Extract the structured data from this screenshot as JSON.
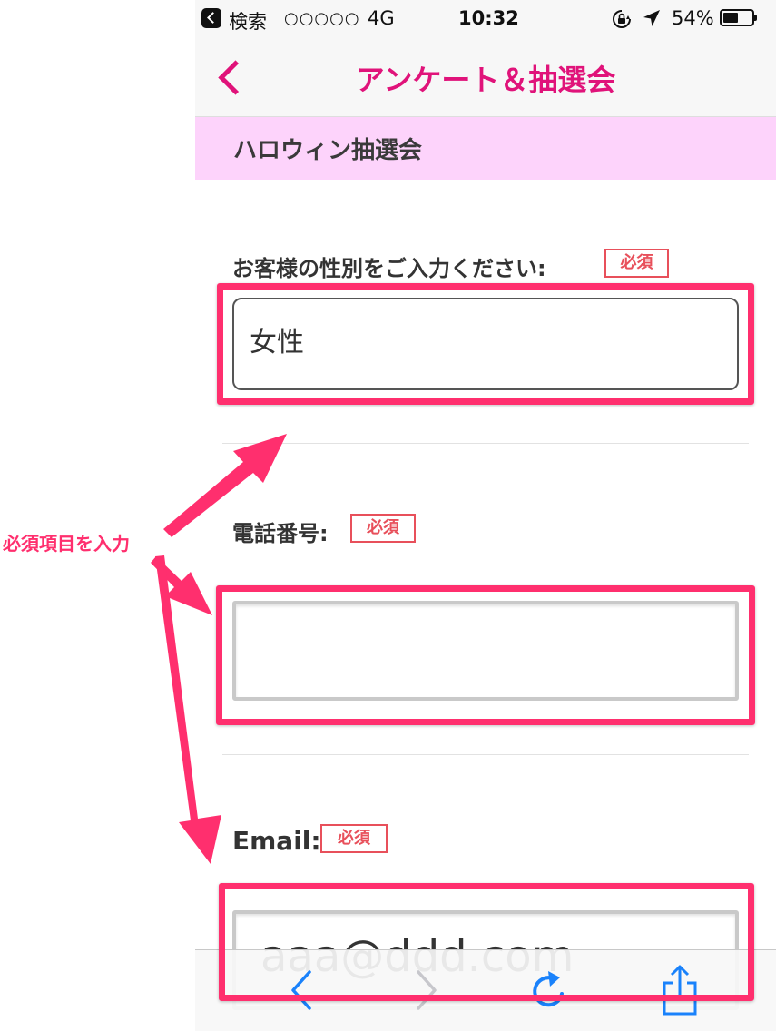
{
  "status_bar": {
    "back_app": "検索",
    "signal": "○○○○○",
    "network": "4G",
    "time": "10:32",
    "battery": "54%",
    "battery_level": 0.54
  },
  "nav": {
    "title": "アンケート＆抽選会"
  },
  "section": {
    "title": "ハロウィン抽選会"
  },
  "form": {
    "gender": {
      "label": "お客様の性別をご入力ください:",
      "required": "必須",
      "value": "女性"
    },
    "phone": {
      "label": "電話番号:",
      "required": "必須",
      "value": ""
    },
    "email": {
      "label": "Email:",
      "required": "必須",
      "value": "aaa@ddd.com"
    }
  },
  "annotation": {
    "label": "必須項目を入力",
    "color": "#ff2f6e"
  },
  "colors": {
    "accent": "#e0137a",
    "section_bg": "#fdd3fb",
    "required": "#e8505b",
    "toolbar_icon": "#1a82fb",
    "toolbar_icon_disabled": "#c7c7cc"
  },
  "toolbar": {
    "icons": [
      "back-icon",
      "forward-icon",
      "reload-icon",
      "share-icon"
    ]
  }
}
